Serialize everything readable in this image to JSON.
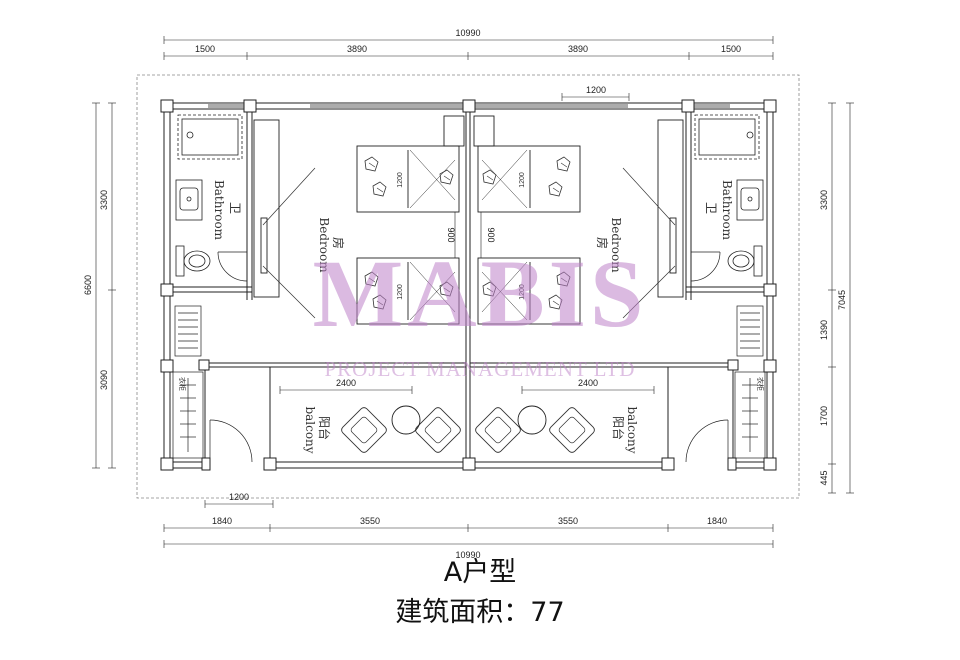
{
  "dimensions": {
    "top_total": "10990",
    "top_segments": [
      "1500",
      "3890",
      "3890",
      "1500"
    ],
    "top_window": "1200",
    "bottom_segments": [
      "1840",
      "3550",
      "3550",
      "1840"
    ],
    "bottom_total": "10990",
    "bottom_door": "1200",
    "left_outer": "6600",
    "left_segments": [
      "3300",
      "3090"
    ],
    "right_outer": "7045",
    "right_segments": [
      "3300",
      "1390",
      "1700",
      "445"
    ],
    "bed_width": "1200",
    "bed_gap": "900",
    "balcony_width": "2400"
  },
  "rooms": {
    "bathroom_cn": "卫",
    "bathroom_en": "Bathroom",
    "bedroom_cn": "房",
    "bedroom_en": "Bedroom",
    "balcony_cn": "阳台",
    "balcony_en": "balcony",
    "closet": "衣柜"
  },
  "watermark": {
    "title": "MABIS",
    "subtitle": "PROJECT MANAGEMENT LTD"
  },
  "caption": {
    "type": "A户型",
    "area": "建筑面积：77"
  },
  "colors": {
    "line": "#222222",
    "watermark": "#be82c8"
  }
}
